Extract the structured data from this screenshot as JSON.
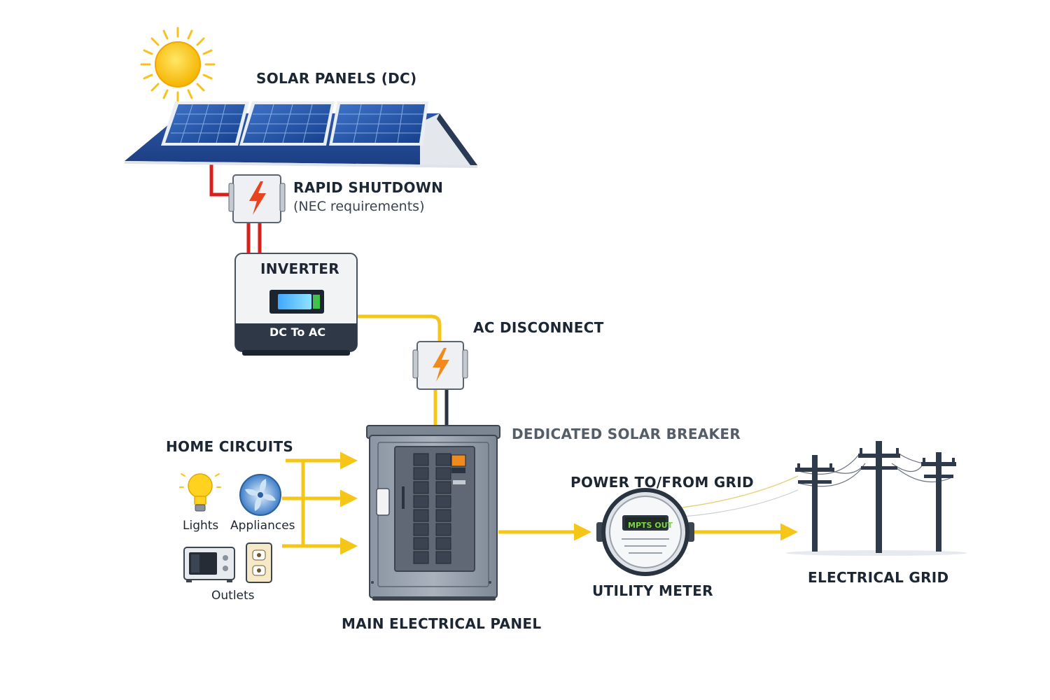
{
  "labels": {
    "solar_panels": "SOLAR PANELS (DC)",
    "rapid_shutdown": "RAPID SHUTDOWN",
    "rapid_shutdown_note": "(NEC requirements)",
    "inverter": "INVERTER",
    "inverter_mode": "DC To AC",
    "ac_disconnect": "AC DISCONNECT",
    "dedicated_breaker": "DEDICATED SOLAR BREAKER",
    "home_circuits": "HOME CIRCUITS",
    "lights": "Lights",
    "appliances": "Appliances",
    "outlets": "Outlets",
    "main_panel": "MAIN ELECTRICAL PANEL",
    "power_grid": "POWER TO/FROM GRID",
    "meter_display": "MPTS OUT",
    "utility_meter": "UTILITY METER",
    "electrical_grid": "ELECTRICAL GRID"
  },
  "icons": {
    "sun": "sun-icon",
    "solar_panels": "solar-panel-icon",
    "rapid_shutdown": "lightning-icon",
    "inverter": "inverter-icon",
    "ac_disconnect": "lightning-icon",
    "main_panel": "breaker-panel-icon",
    "lights": "lightbulb-icon",
    "appliances": "fan-icon",
    "outlets": "microwave-and-outlet-icon",
    "utility_meter": "meter-icon",
    "electrical_grid": "power-pole-icon"
  },
  "colors": {
    "dc_wire": "#d9201c",
    "ac_wire": "#f5c518",
    "neutral_wire": "#2a3340",
    "panel_blue": "#1e4fa3",
    "lightning": "#e8431f",
    "display_green": "#7bd34a"
  }
}
